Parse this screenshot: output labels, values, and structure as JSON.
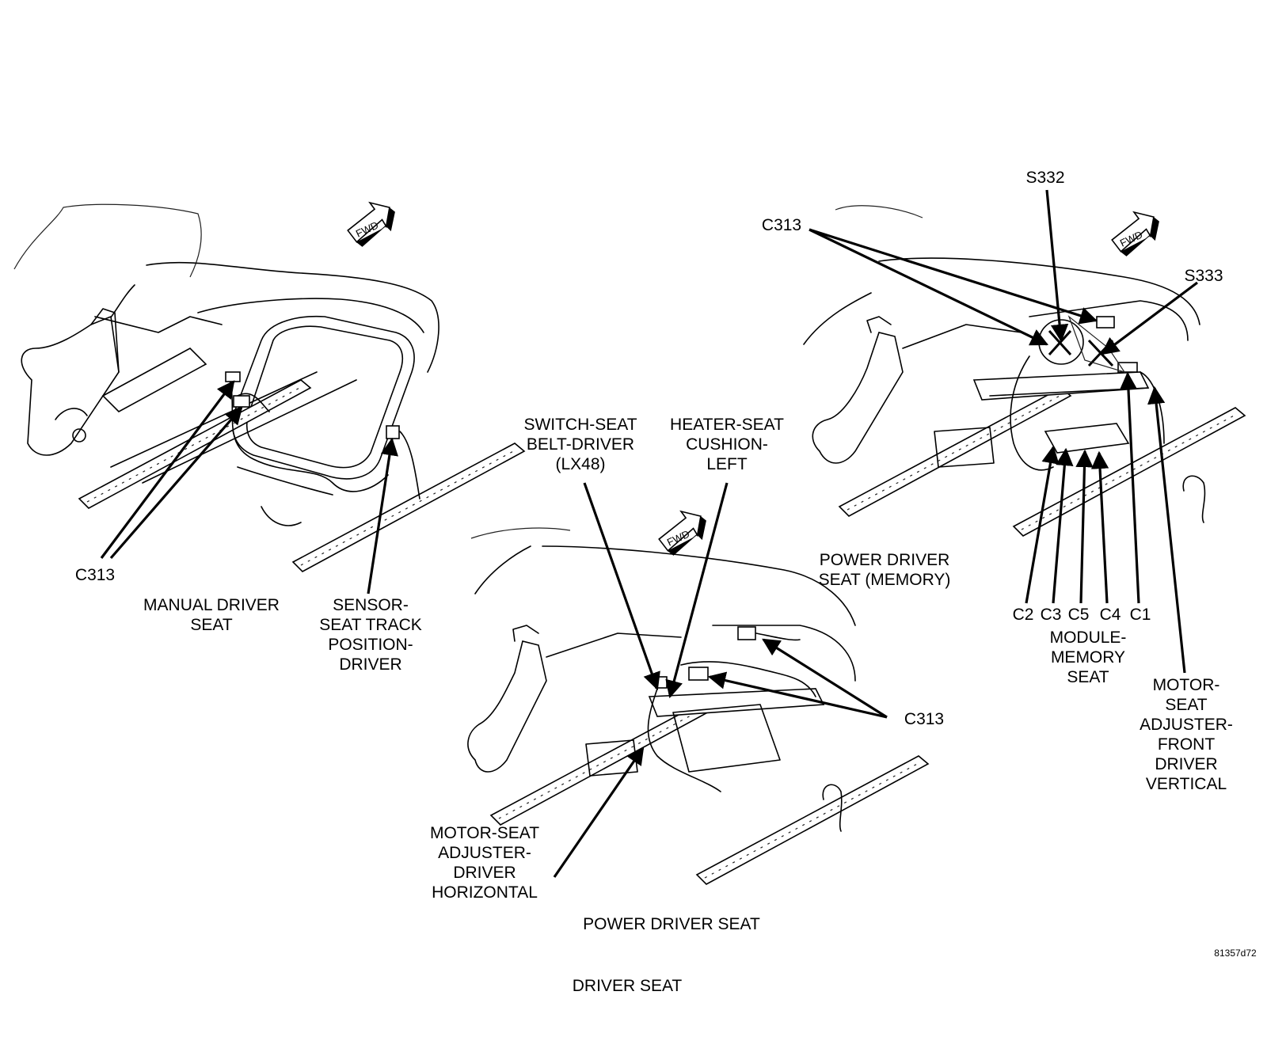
{
  "labels": {
    "c313_manual": "C313",
    "manual_driver_seat": "MANUAL DRIVER\nSEAT",
    "sensor_seat_track": "SENSOR-\nSEAT TRACK\nPOSITION-\nDRIVER",
    "switch_seat_belt": "SWITCH-SEAT\nBELT-DRIVER\n(LX48)",
    "heater_seat_cushion": "HEATER-SEAT\nCUSHION-\nLEFT",
    "power_driver_seat_memory": "POWER DRIVER\nSEAT (MEMORY)",
    "c313_memory": "C313",
    "s332": "S332",
    "s333": "S333",
    "c2": "C2",
    "c3": "C3",
    "c5": "C5",
    "c4": "C4",
    "c1": "C1",
    "module_memory_seat": "MODULE-\nMEMORY\nSEAT",
    "motor_front_vertical": "MOTOR-\nSEAT\nADJUSTER-\nFRONT\nDRIVER\nVERTICAL",
    "c313_power": "C313",
    "motor_horizontal": "MOTOR-SEAT\nADJUSTER-\nDRIVER\nHORIZONTAL",
    "power_driver_seat": "POWER DRIVER SEAT",
    "figure_id": "81357d72",
    "driver_seat": "DRIVER SEAT",
    "fwd": "FWD"
  }
}
